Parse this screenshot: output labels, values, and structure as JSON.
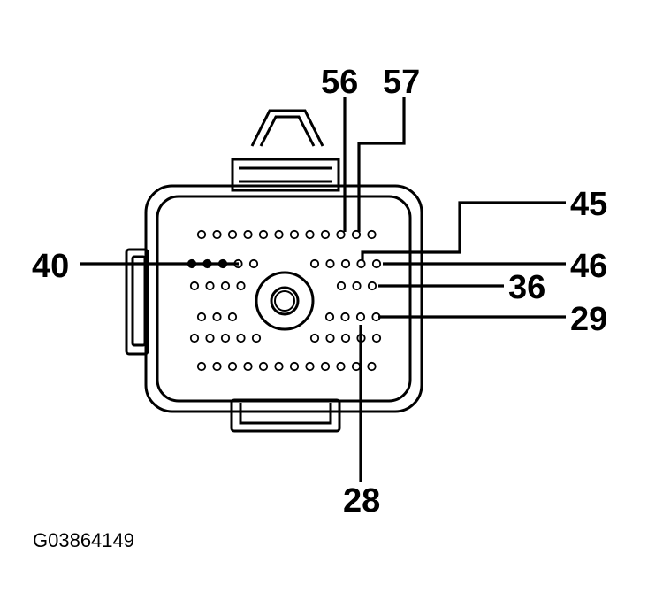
{
  "labels": {
    "pin_56": "56",
    "pin_57": "57",
    "pin_45": "45",
    "pin_40": "40",
    "pin_46": "46",
    "pin_36": "36",
    "pin_29": "29",
    "pin_28": "28"
  },
  "figure_id": "G03864149"
}
